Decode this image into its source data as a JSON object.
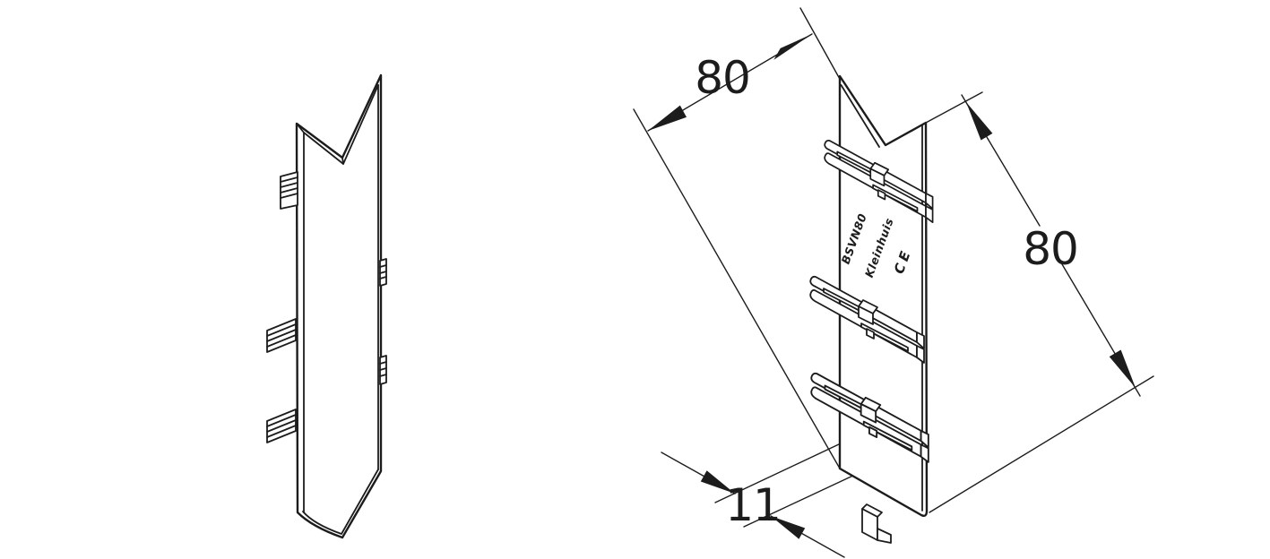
{
  "drawing": {
    "dimension_labels": {
      "top_width": "80",
      "right_height": "80",
      "bottom_thickness": "11"
    },
    "part_markings": {
      "product_code": "BSVN80",
      "brand": "Kleinhuis",
      "ce_mark": "CE"
    },
    "colors": {
      "line": "#1c1c1c",
      "background": "#ffffff"
    }
  }
}
